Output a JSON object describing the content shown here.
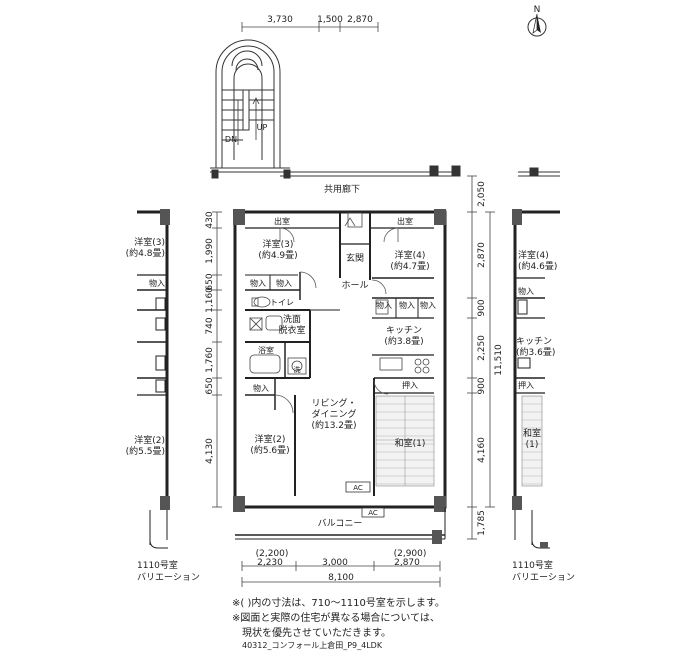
{
  "compass": {
    "label": "N"
  },
  "dims_top": [
    "3,730",
    "1,500",
    "2,870"
  ],
  "dims_right": [
    "2,050",
    "2,870",
    "900",
    "2,250",
    "900",
    "4,160",
    "1,785",
    "11,510"
  ],
  "dims_left": [
    "430",
    "1,990",
    "650",
    "1,160",
    "740",
    "1,760",
    "650",
    "4,130"
  ],
  "dims_bottom": {
    "paren": [
      "(2,200)",
      "(2,900)"
    ],
    "segments": [
      "2,230",
      "3,000",
      "2,870"
    ],
    "total": "8,100"
  },
  "stair": {
    "dn": "DN",
    "up": "UP"
  },
  "corridor": "共用廊下",
  "rooms": {
    "bed3": [
      "洋室(3)",
      "(約4.9畳)"
    ],
    "bed4": [
      "洋室(4)",
      "(約4.7畳)"
    ],
    "genkan": "玄関",
    "hall": "ホール",
    "toilet": "トイレ",
    "senmen": [
      "洗面",
      "脱衣室"
    ],
    "bath": "浴室",
    "wash": "洗",
    "kitchen": [
      "キッチン",
      "(約3.8畳)"
    ],
    "living": [
      "リビング・",
      "ダイニング",
      "(約13.2畳)"
    ],
    "bed2": [
      "洋室(2)",
      "(約5.6畳)"
    ],
    "washitsu": "和室(1)",
    "oshiire": "押入",
    "balcony": "バルコニー",
    "ac": "AC",
    "storage": "物入",
    "closet": "出室"
  },
  "var_left": {
    "bed3": [
      "洋室(3)",
      "(約4.8畳)"
    ],
    "storage": "物入",
    "bed2": [
      "洋室(2)",
      "(約5.5畳)"
    ],
    "caption": [
      "1110号室",
      "バリエーション"
    ]
  },
  "var_right": {
    "bed4": [
      "洋室(4)",
      "(約4.6畳)"
    ],
    "storage": "物入",
    "kitchen": [
      "キッチン",
      "(約3.6畳)"
    ],
    "oshiire": "押入",
    "washitsu": [
      "和室",
      "(1)"
    ],
    "caption": [
      "1110号室",
      "バリエーション"
    ]
  },
  "notes": [
    "※( )内の寸法は、710～1110号室を示します。",
    "※図面と実際の住宅が異なる場合については、",
    "　現状を優先させていただきます。"
  ],
  "footer": "40312_コンフォール上倉田_P9_4LDK"
}
